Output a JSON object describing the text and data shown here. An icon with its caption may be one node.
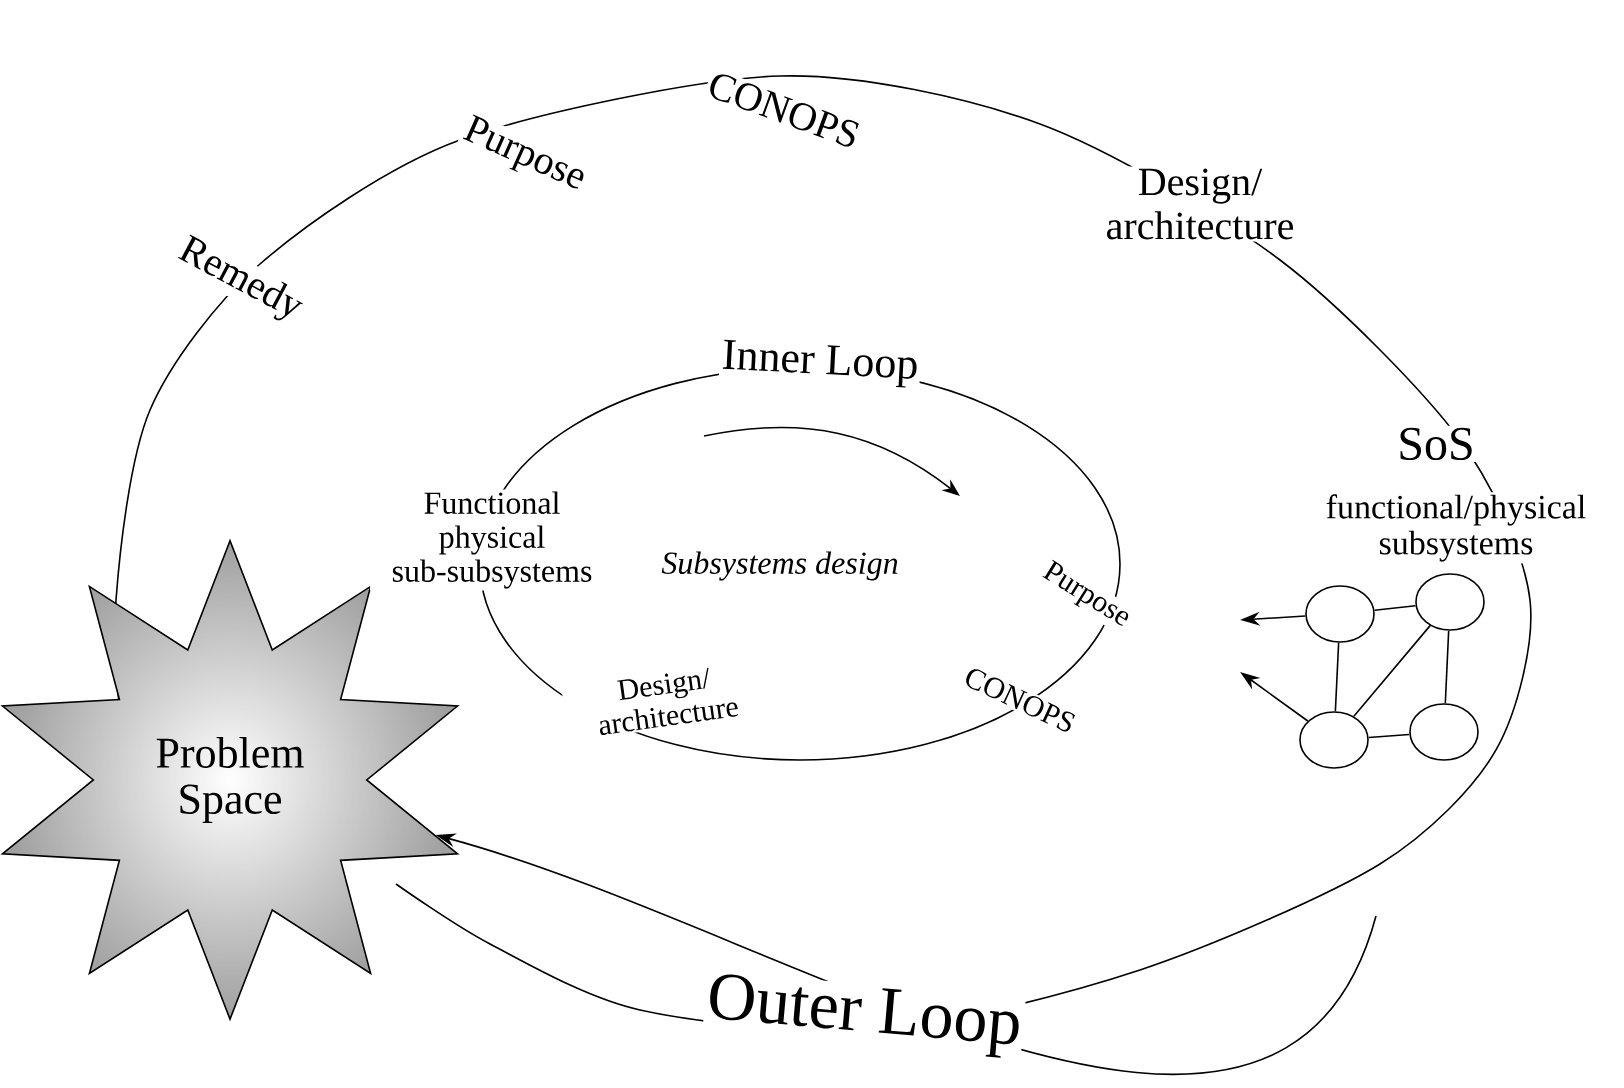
{
  "diagram": {
    "nodes": [
      {
        "text": [
          "Problem Space"
        ]
      },
      {
        "text": [],
        "shape": "circle"
      },
      {
        "text": [],
        "shape": "circle"
      },
      {
        "text": [],
        "shape": "circle"
      },
      {
        "text": [],
        "shape": "circle"
      }
    ],
    "edges": [
      {
        "from": 1,
        "to": 2,
        "arrow": "none"
      },
      {
        "from": 1,
        "to": 3,
        "arrow": "none"
      },
      {
        "from": 2,
        "to": 3,
        "arrow": "none"
      },
      {
        "from": 2,
        "to": 4,
        "arrow": "none"
      },
      {
        "from": 3,
        "to": 4,
        "arrow": "none"
      },
      {
        "from": 1,
        "to": null,
        "arrow": "to"
      },
      {
        "from": 3,
        "to": null,
        "arrow": "to"
      },
      {
        "from": null,
        "to": 0,
        "arrow": "to"
      }
    ],
    "labels": [
      "Purpose",
      "CONOPS",
      "Design/ architecture",
      "Remedy",
      "Inner Loop",
      "SoS",
      "functional/physical subsystems",
      "Functional physical sub-subsystems",
      "Subsystems design",
      "Purpose",
      "Design/ architecture",
      "CONOPS",
      "Outer Loop"
    ]
  }
}
